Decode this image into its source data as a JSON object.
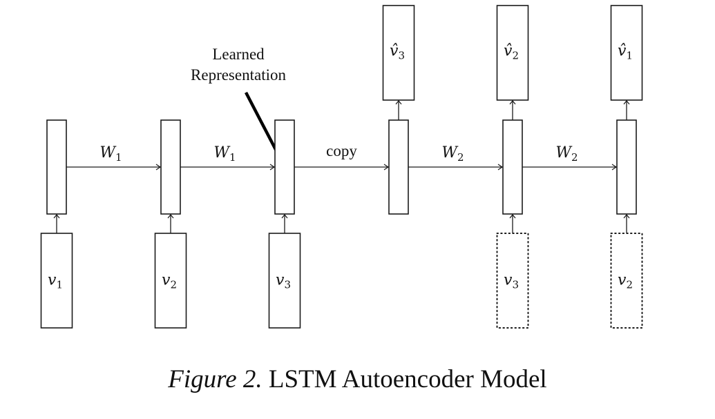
{
  "figure": {
    "caption_prefix": "Figure 2.",
    "caption_text": "LSTM Autoencoder Model"
  },
  "annotation": {
    "line1": "Learned",
    "line2": "Representation"
  },
  "encoder": {
    "cells": [
      {
        "id": "enc-1",
        "input": {
          "symbol": "v",
          "sub": "1",
          "style": "solid"
        }
      },
      {
        "id": "enc-2",
        "input": {
          "symbol": "v",
          "sub": "2",
          "style": "solid"
        }
      },
      {
        "id": "enc-3",
        "input": {
          "symbol": "v",
          "sub": "3",
          "style": "solid"
        }
      }
    ],
    "edges": [
      {
        "symbol": "W",
        "sub": "1"
      },
      {
        "symbol": "W",
        "sub": "1"
      }
    ]
  },
  "bridge": {
    "label": "copy"
  },
  "decoder": {
    "cells": [
      {
        "id": "dec-1",
        "output": {
          "symbol": "v̂",
          "sub": "3"
        }
      },
      {
        "id": "dec-2",
        "output": {
          "symbol": "v̂",
          "sub": "2"
        },
        "input": {
          "symbol": "v",
          "sub": "3",
          "style": "dotted"
        }
      },
      {
        "id": "dec-3",
        "output": {
          "symbol": "v̂",
          "sub": "1"
        },
        "input": {
          "symbol": "v",
          "sub": "2",
          "style": "dotted"
        }
      }
    ],
    "edges": [
      {
        "symbol": "W",
        "sub": "2"
      },
      {
        "symbol": "W",
        "sub": "2"
      }
    ]
  }
}
